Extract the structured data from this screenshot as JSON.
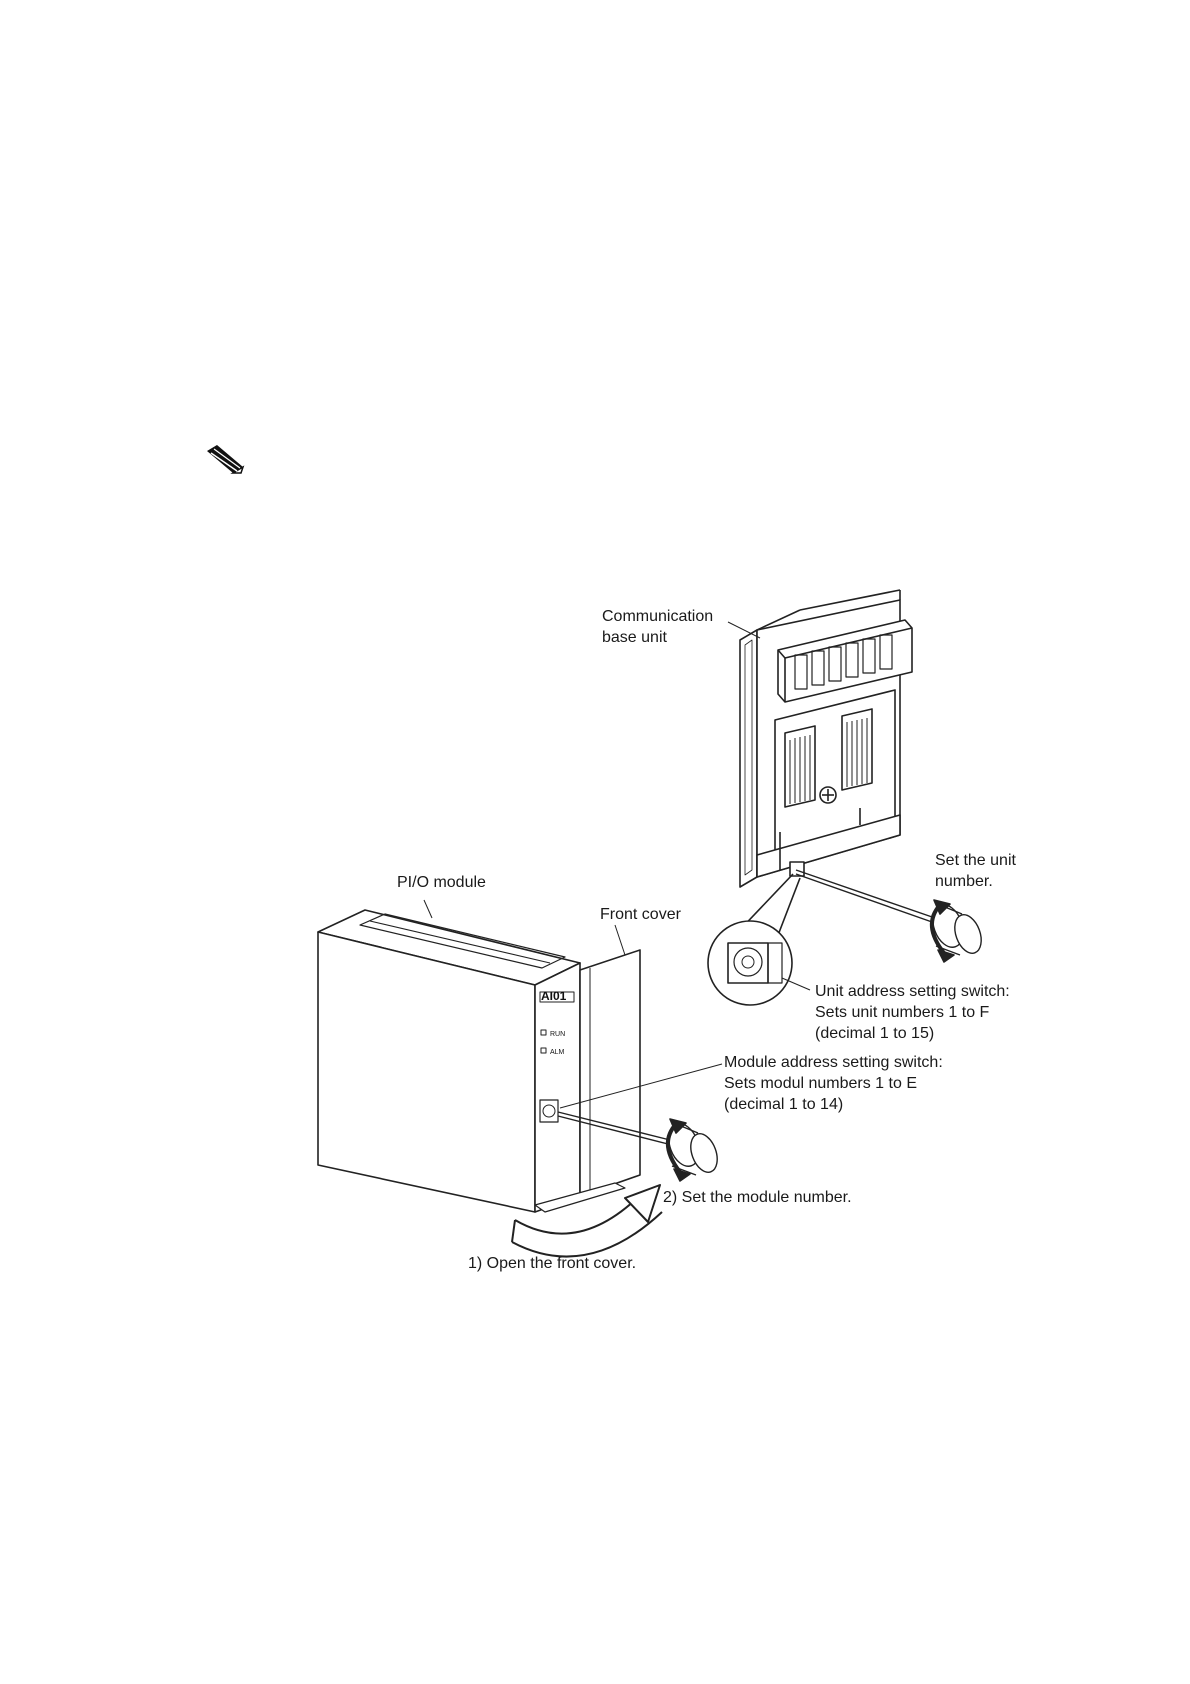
{
  "labels": {
    "communication_base_unit": "Communication\nbase unit",
    "pio_module": "PI/O module",
    "front_cover": "Front cover",
    "set_unit_number": "Set the unit\nnumber.",
    "unit_address_switch": "Unit address setting switch:\nSets unit numbers 1 to F\n(decimal 1 to 15)",
    "module_address_switch": "Module address setting switch:\nSets modul numbers 1 to E\n(decimal 1 to 14)",
    "step_set_module": "2) Set the module number.",
    "step_open_cover": "1) Open the front cover."
  },
  "module_face": {
    "model": "AI01",
    "led_run": "RUN",
    "led_alm": "ALM"
  },
  "icons": {
    "note": "pencil-note-icon"
  }
}
